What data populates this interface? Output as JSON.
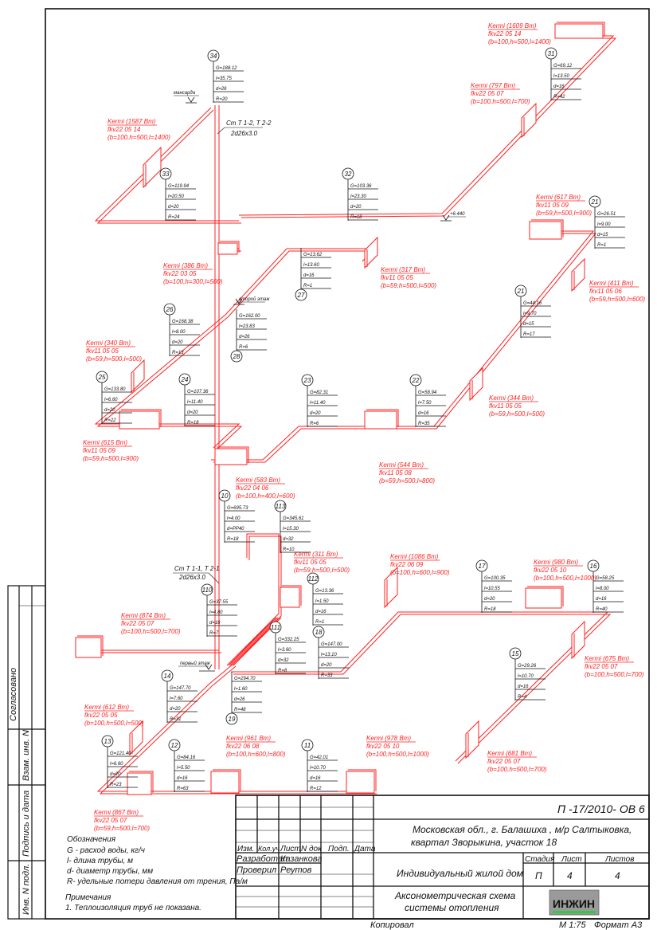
{
  "colors": {
    "pipe": "#ff2020",
    "ink": "#111111",
    "logo_bg": "#9a9a9a",
    "logo_accent": "#2ecc40"
  },
  "drawing": {
    "sections": [
      {
        "id": "34",
        "G": "G=188.12",
        "l": "l=35.75",
        "d": "d=26",
        "R": "R=20"
      },
      {
        "id": "33",
        "G": "G=119.94",
        "l": "l=20.50",
        "d": "d=20",
        "R": "R=24"
      },
      {
        "id": "32",
        "G": "G=103.36",
        "l": "l=23.30",
        "d": "d=20",
        "R": "R=18"
      },
      {
        "id": "31",
        "G": "G=69.12",
        "l": "l=13.50",
        "d": "d=16",
        "R": "R=42"
      },
      {
        "id": "27",
        "G": "G=13.62",
        "l": "l=13.60",
        "d": "d=16",
        "R": "R=1"
      },
      {
        "id": "21",
        "G": "G=26.51",
        "l": "l=9.00",
        "d": "d=15",
        "R": "R=1"
      },
      {
        "id": "21",
        "G": "G=44.16",
        "l": "l=9.70",
        "d": "d=15",
        "R": "R=17"
      },
      {
        "id": "26",
        "G": "G=168.38",
        "l": "l=8.00",
        "d": "d=20",
        "R": "R=13"
      },
      {
        "id": "28",
        "G": "G=162.00",
        "l": "l=23.83",
        "d": "d=26",
        "R": "R=6"
      },
      {
        "id": "25",
        "G": "G=133.80",
        "l": "l=6.60",
        "d": "d=20",
        "R": "R=22"
      },
      {
        "id": "24",
        "G": "G=107.36",
        "l": "l=11.40",
        "d": "d=20",
        "R": "R=18"
      },
      {
        "id": "23",
        "G": "G=82.31",
        "l": "l=11.40",
        "d": "d=20",
        "R": "R=6"
      },
      {
        "id": "22",
        "G": "G=58.94",
        "l": "l=7.50",
        "d": "d=16",
        "R": "R=35"
      },
      {
        "id": "10",
        "G": "G=695.73",
        "l": "l=4.00",
        "d": "d=PP40",
        "R": "R=18"
      },
      {
        "id": "113",
        "G": "G=345.61",
        "l": "l=15.30",
        "d": "d=32",
        "R": "R=10"
      },
      {
        "id": "110",
        "G": "G=37.55",
        "l": "l=4.80",
        "d": "d=16",
        "R": "R=7"
      },
      {
        "id": "112",
        "G": "G=13.36",
        "l": "l=1.50",
        "d": "d=16",
        "R": "R=1"
      },
      {
        "id": "111",
        "G": "G=332.25",
        "l": "l=3.60",
        "d": "d=32",
        "R": "R=8"
      },
      {
        "id": "18",
        "G": "G=147.00",
        "l": "l=13.10",
        "d": "d=20",
        "R": "R=33"
      },
      {
        "id": "17",
        "G": "G=100.35",
        "l": "l=10.55",
        "d": "d=20",
        "R": "R=18"
      },
      {
        "id": "16",
        "G": "G=58.25",
        "l": "l=8.00",
        "d": "d=16",
        "R": "R=40"
      },
      {
        "id": "15",
        "G": "G=29.26",
        "l": "l=10.70",
        "d": "d=16",
        "R": "R=4"
      },
      {
        "id": "14",
        "G": "G=147.70",
        "l": "l=7.60",
        "d": "d=20",
        "R": "R=31"
      },
      {
        "id": "19",
        "G": "G=294.70",
        "l": "l=1.60",
        "d": "d=26",
        "R": "R=48"
      },
      {
        "id": "13",
        "G": "G=121.40",
        "l": "l=6.60",
        "d": "d=20",
        "R": "R=23"
      },
      {
        "id": "12",
        "G": "G=84.16",
        "l": "l=5.50",
        "d": "d=16",
        "R": "R=63"
      },
      {
        "id": "11",
        "G": "G=42.01",
        "l": "l=10.70",
        "d": "d=16",
        "R": "R=12"
      }
    ],
    "radiators": [
      {
        "name": "Kermi  (1609 Вт)",
        "model": "fkv22 05 14",
        "size": "(b=100,h=500,l=1400)"
      },
      {
        "name": "Kermi  (797 Вт)",
        "model": "fkv22 05 07",
        "size": "(b=100,h=500,l=700)"
      },
      {
        "name": "Kermi  (1587 Вт)",
        "model": "fkv22 05 14",
        "size": "(b=100,h=500,l=1400)"
      },
      {
        "name": "Kermi  (617 Вт)",
        "model": "fkv11 05 09",
        "size": "(b=59,h=500,l=900)"
      },
      {
        "name": "Kermi  (386 Вт)",
        "model": "fkv22 03 05",
        "size": "(b=100,h=300,l=500)"
      },
      {
        "name": "Kermi  (317 Вт)",
        "model": "fkv11 05 05",
        "size": "(b=59,h=500,l=500)"
      },
      {
        "name": "Kermi  (411 Вт)",
        "model": "fkv11 05 06",
        "size": "(b=59,h=500,l=600)"
      },
      {
        "name": "Kermi  (340 Вт)",
        "model": "fkv11 05 05",
        "size": "(b=59,h=500,l=500)"
      },
      {
        "name": "Kermi  (344 Вт)",
        "model": "fkv11 05 05",
        "size": "(b=59,h=500,l=500)"
      },
      {
        "name": "Kermi  (615 Вт)",
        "model": "fkv11 05 09",
        "size": "(b=59,h=500,l=900)"
      },
      {
        "name": "Kermi  (544 Вт)",
        "model": "fkv11 05 08",
        "size": "(b=59,h=500,l=800)"
      },
      {
        "name": "Kermi  (583 Вт)",
        "model": "fkv22 04 06",
        "size": "(b=100,h=400,l=600)"
      },
      {
        "name": "Kermi  (311 Вт)",
        "model": "fkv11 05 05",
        "size": "(b=59,h=500,l=500)"
      },
      {
        "name": "Kermi  (1086 Вт)",
        "model": "fkv22 06 09",
        "size": "(b=100,h=600,l=900)"
      },
      {
        "name": "Kermi  (980 Вт)",
        "model": "fkv22 05 10",
        "size": "(b=100,h=500,l=1000)"
      },
      {
        "name": "Kermi  (874 Вт)",
        "model": "fkv22 05 07",
        "size": "(b=100,h=500,l=700)"
      },
      {
        "name": "Kermi  (675 Вт)",
        "model": "fkv22 05 07",
        "size": "(b=100,h=500,l=700)"
      },
      {
        "name": "Kermi  (612 Вт)",
        "model": "fkv22 05 05",
        "size": "(b=100,h=500,l=500)"
      },
      {
        "name": "Kermi  (961 Вт)",
        "model": "fkv22 06 08",
        "size": "(b=100,h=600,l=800)"
      },
      {
        "name": "Kermi  (978 Вт)",
        "model": "fkv22 05 10",
        "size": "(b=100,h=500,l=1000)"
      },
      {
        "name": "Kermi  (681 Вт)",
        "model": "fkv22 05 07",
        "size": "(b=100,h=500,l=700)"
      },
      {
        "name": "Kermi  (867 Вт)",
        "model": "fkv22 05 07",
        "size": "(b=59,h=500,l=700)"
      }
    ],
    "annotations": {
      "attic": "мансарда",
      "elevation": "+6.440",
      "second_floor": "второй этаж",
      "first_floor": "первый этаж",
      "riser_top": "Ст Т 1-2, Т 2-2",
      "riser_top_pipe": "2d26x3.0",
      "riser_bottom": "Ст Т 1-1, Т 2-1",
      "riser_bottom_pipe": "2d26x3.0"
    }
  },
  "legend": {
    "title": "Обозначения",
    "items": [
      "G - расход воды, кг/ч",
      "l-  длина трубы, м",
      "d-  диаметр трубы, мм",
      "R-  удельные потери давления от трения, Па/м"
    ],
    "notes_title": "Примечания",
    "notes": [
      "1. Теплоизоляция труб не показана."
    ]
  },
  "title_block": {
    "doc_number": "П -17/2010- ОВ 6",
    "address_line1": "Московская обл., г. Балашиха , м/р Салтыковка,",
    "address_line2": "квартал Зворыкина, участок 18",
    "headers": [
      "Изм.",
      "Кол.уч",
      "Лист",
      "N док",
      "Подп.",
      "Дата"
    ],
    "developed_label": "Разработал",
    "developed_by": "Казанкова",
    "checked_label": "Проверил",
    "checked_by": "Реутов",
    "object": "Индивидуальный жилой дом",
    "stage_label": "Стадия",
    "sheet_label": "Лист",
    "sheets_label": "Листов",
    "stage": "П",
    "sheet": "4",
    "sheets": "4",
    "drawing_title_line1": "Аксонометрическая схема",
    "drawing_title_line2": "системы отопления",
    "logo": "ИНЖИН"
  },
  "side_stamp": {
    "approved": "Согласовано",
    "replaces": "Взам. инв. N",
    "signature_date": "Подпись и дата",
    "original_inv": "Инв. N подл."
  },
  "footer": {
    "copied": "Копировал",
    "scale": "М 1:75",
    "format": "Формат А3"
  }
}
